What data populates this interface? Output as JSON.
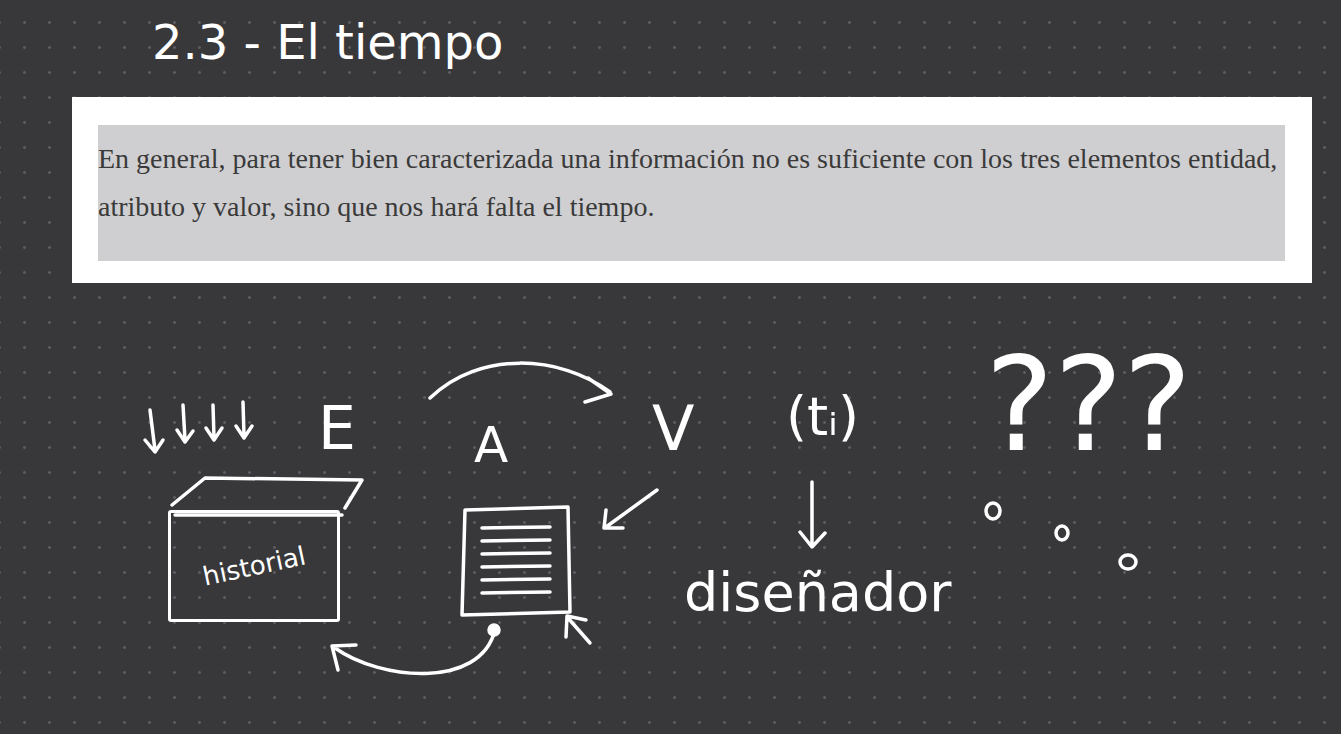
{
  "diagram": {
    "title": "2.3 - El tiempo",
    "nodes": [
      {
        "text": [
          "En general, para tener bien caracterizada una información no es suficiente con los tres elementos entidad, atributo y valor, sino que nos hará falta el tiempo."
        ]
      },
      {
        "text": [
          "historial"
        ]
      }
    ],
    "labels": [
      "E",
      "A",
      "V",
      "(tᵢ)",
      "diseñador",
      "???"
    ]
  }
}
